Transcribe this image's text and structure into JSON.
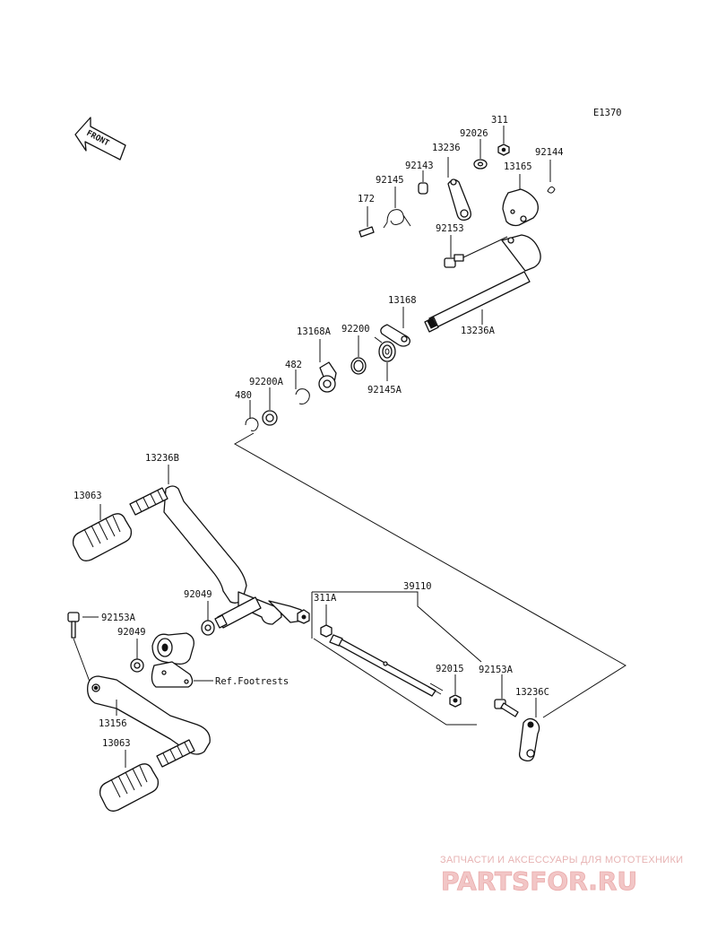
{
  "diagram": {
    "code": "E1370",
    "front_label": "FRONT",
    "ref_label": "Ref.Footrests",
    "part_labels": {
      "p311": "311",
      "p92026": "92026",
      "p92144": "92144",
      "p13236": "13236",
      "p13165": "13165",
      "p92143": "92143",
      "p92145": "92145",
      "p172": "172",
      "p92153": "92153",
      "p13168": "13168",
      "p13236A": "13236A",
      "p13168A": "13168A",
      "p92200": "92200",
      "p482": "482",
      "p92145A": "92145A",
      "p92200A": "92200A",
      "p480": "480",
      "p13236B": "13236B",
      "p13063_top": "13063",
      "p92049_a": "92049",
      "p311A": "311A",
      "p39110": "39110",
      "p92153A_left": "92153A",
      "p92049_b": "92049",
      "p92015": "92015",
      "p92153A_right": "92153A",
      "p13236C": "13236C",
      "p13156": "13156",
      "p13063_bottom": "13063"
    }
  },
  "watermark": {
    "caption": "ЗАПЧАСТИ И АКСЕССУАРЫ ДЛЯ МОТОТЕХНИКИ",
    "logo": "PARTSFOR.RU"
  },
  "colors": {
    "ink": "#111111",
    "background": "#ffffff",
    "watermark": "#f2c6c6"
  }
}
